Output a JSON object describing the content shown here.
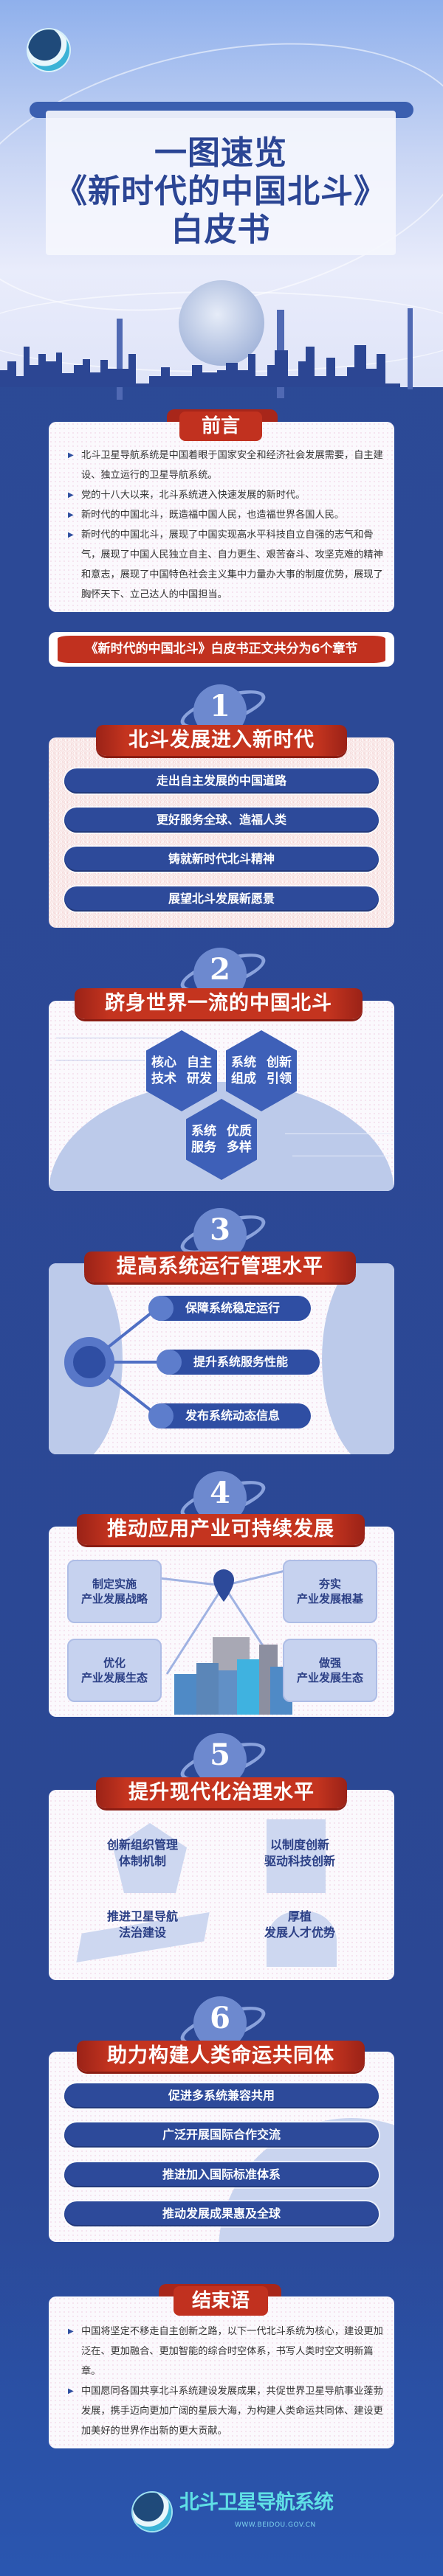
{
  "header": {
    "title_lines": [
      "一图速览",
      "《新时代的中国北斗》",
      "白皮书"
    ],
    "logo_name": "北斗卫星导航系统"
  },
  "preface": {
    "title": "前言",
    "items": [
      "北斗卫星导航系统是中国着眼于国家安全和经济社会发展需要，自主建设、独立运行的卫星导航系统。",
      "党的十八大以来，北斗系统进入快速发展的新时代。",
      "新时代的中国北斗，既造福中国人民，也造福世界各国人民。",
      "新时代的中国北斗，展现了中国实现高水平科技自立自强的志气和骨气，展现了中国人民独立自主、自力更生、艰苦奋斗、攻坚克难的精神和意志，展现了中国特色社会主义集中力量办大事的制度优势，展现了胸怀天下、立己达人的中国担当。"
    ]
  },
  "chapters_banner": "《新时代的中国北斗》白皮书正文共分为6个章节",
  "chapters": [
    {
      "number": "1",
      "title": "北斗发展进入新时代",
      "items": [
        "走出自主发展的中国道路",
        "更好服务全球、造福人类",
        "铸就新时代北斗精神",
        "展望北斗发展新愿景"
      ]
    },
    {
      "number": "2",
      "title": "跻身世界一流的中国北斗",
      "items": [
        [
          "核心技术",
          "自主研发"
        ],
        [
          "系统组成",
          "创新引领"
        ],
        [
          "系统服务",
          "优质多样"
        ]
      ]
    },
    {
      "number": "3",
      "title": "提高系统运行管理水平",
      "items": [
        "保障系统稳定运行",
        "提升系统服务性能",
        "发布系统动态信息"
      ]
    },
    {
      "number": "4",
      "title": "推动应用产业可持续发展",
      "items": [
        [
          "制定实施",
          "产业发展战略"
        ],
        [
          "夯实",
          "产业发展根基"
        ],
        [
          "优化",
          "产业发展生态"
        ],
        [
          "做强",
          "产业发展生态"
        ]
      ]
    },
    {
      "number": "5",
      "title": "提升现代化治理水平",
      "items": [
        [
          "创新组织管理",
          "体制机制"
        ],
        [
          "以制度创新",
          "驱动科技创新"
        ],
        [
          "推进卫星导航",
          "法治建设"
        ],
        [
          "厚植",
          "发展人才优势"
        ]
      ]
    },
    {
      "number": "6",
      "title": "助力构建人类命运共同体",
      "items": [
        "促进多系统兼容共用",
        "广泛开展国际合作交流",
        "推进加入国际标准体系",
        "推动发展成果惠及全球"
      ]
    }
  ],
  "closing": {
    "title": "结束语",
    "items": [
      "中国将坚定不移走自主创新之路，以下一代北斗系统为核心，建设更加泛在、更加融合、更加智能的综合时空体系，书写人类时空文明新篇章。",
      "中国愿同各国共享北斗系统建设发展成果，共促世界卫星导航事业蓬勃发展，携手迈向更加广阔的星辰大海，为构建人类命运共同体、建设更加美好的世界作出新的更大贡献。"
    ]
  },
  "footer": {
    "logo_text": "北斗卫星导航系统",
    "url": "WWW.BEIDOU.GOV.CN"
  },
  "colors": {
    "background": "#2b4894",
    "red": "#c1311f",
    "navy": "#2d4a9a",
    "light": "#6d89cf"
  }
}
